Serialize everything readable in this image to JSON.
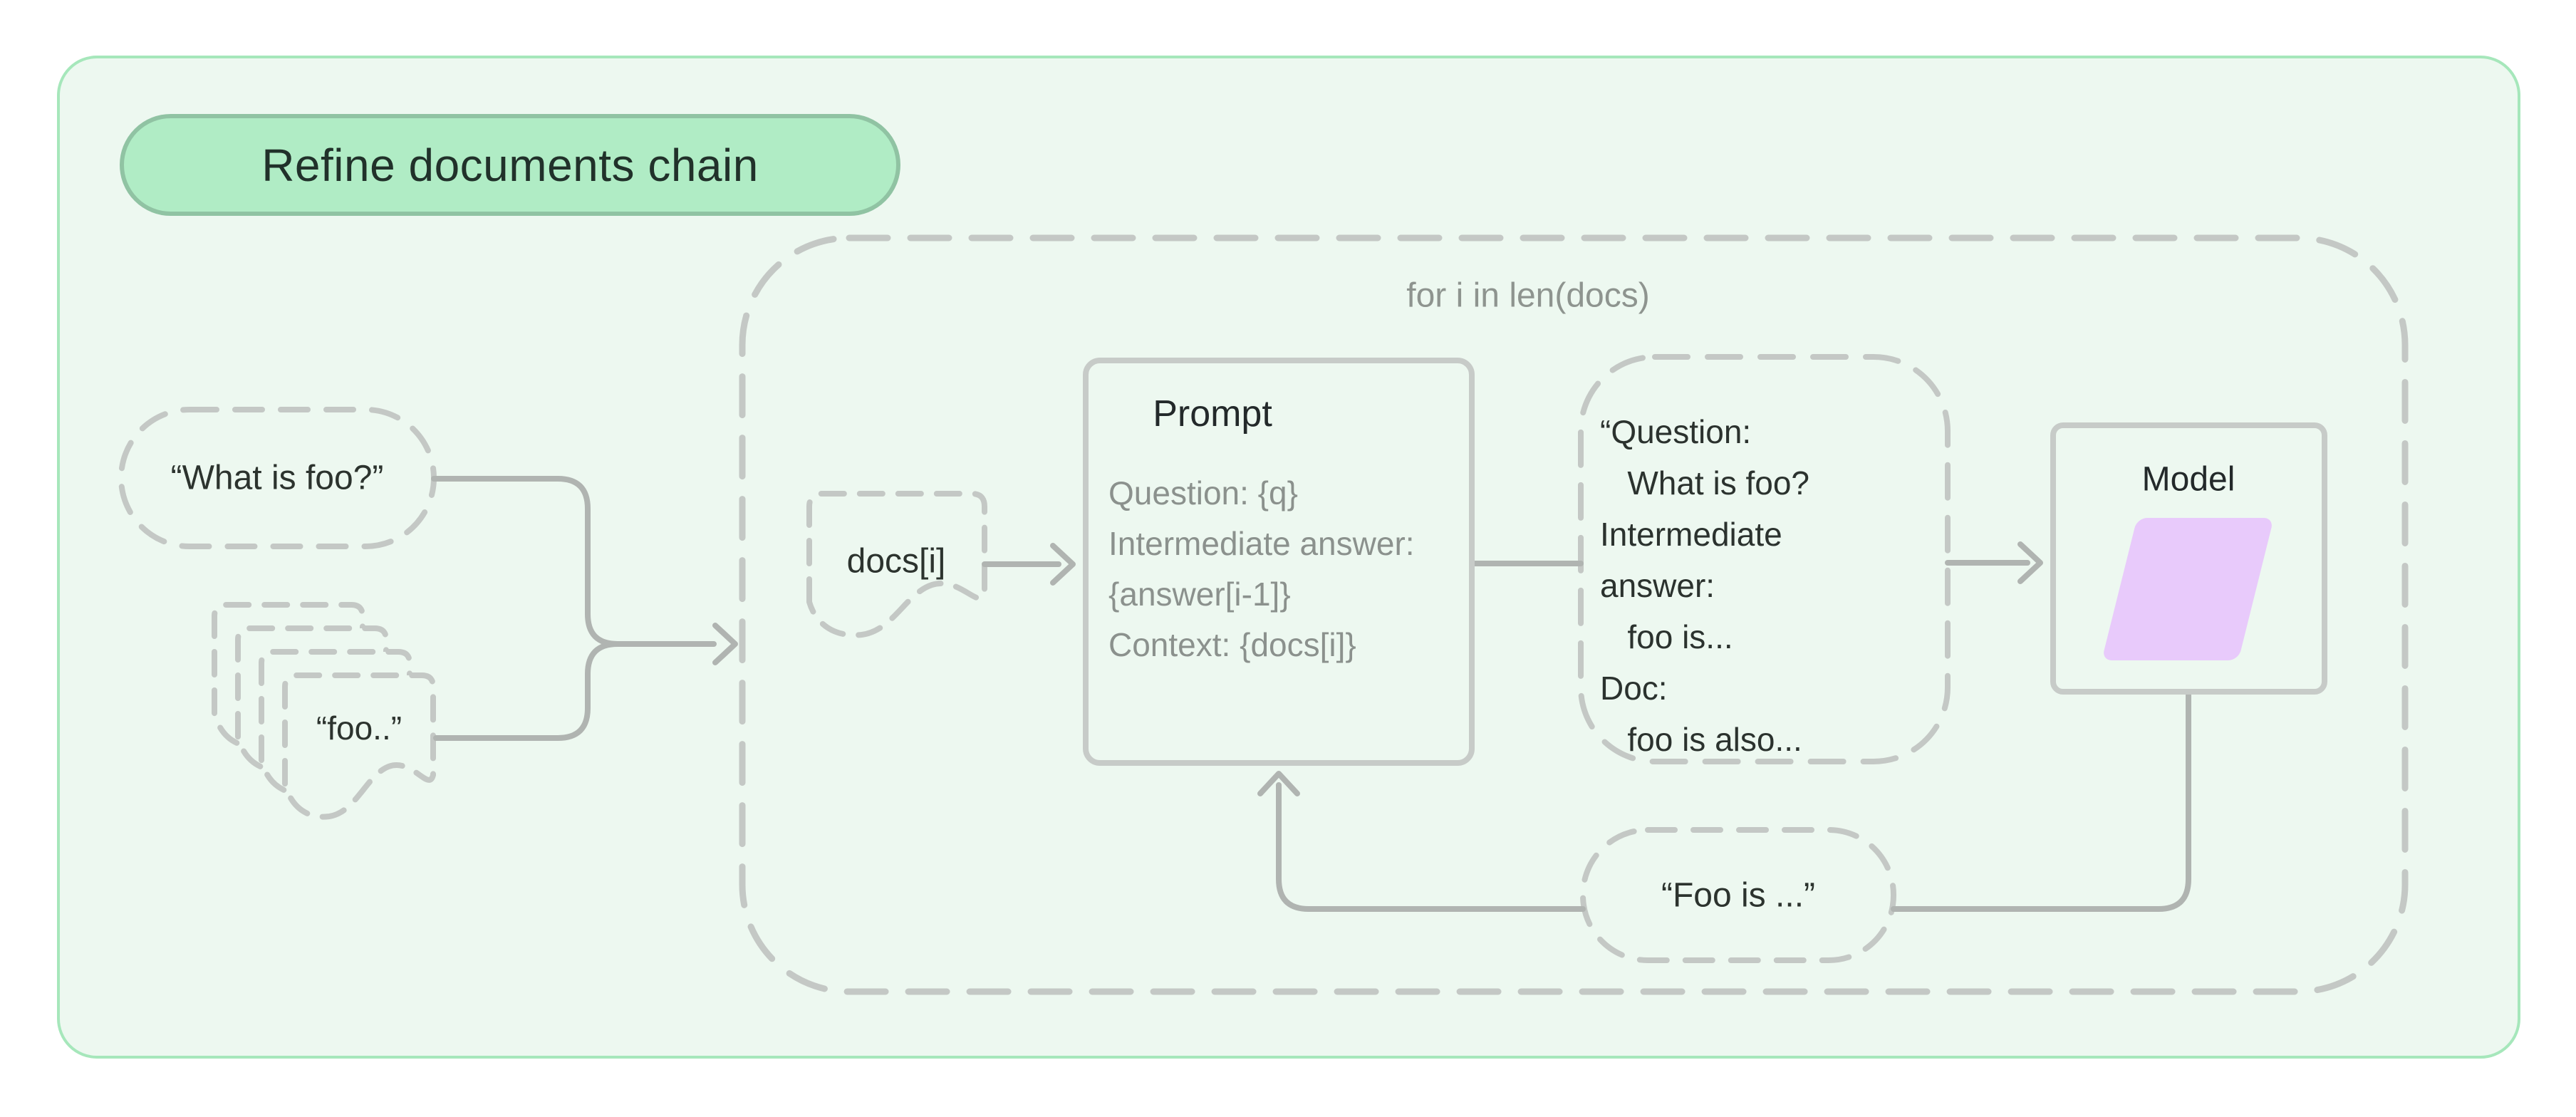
{
  "title_badge": {
    "label": "Refine documents chain"
  },
  "loop": {
    "label": "for i in len(docs)"
  },
  "nodes": {
    "question_input": {
      "label": "“What is foo?”"
    },
    "docs_stack": {
      "label": "“foo..”"
    },
    "doc_item": {
      "label": "docs[i]"
    },
    "prompt": {
      "title": "Prompt",
      "body": "Question: {q}\nIntermediate answer:\n{answer[i-1]}\nContext: {docs[i]}"
    },
    "filled_prompt": {
      "text": "“Question:\n   What is foo?\nIntermediate\nanswer:\n   foo is...\nDoc:\n   foo is also..."
    },
    "model": {
      "title": "Model"
    },
    "answer": {
      "label": "“Foo is ...”"
    }
  },
  "colors": {
    "page_bg": "#ffffff",
    "card_bg": "#edf8f0",
    "card_border": "#a6e7bb",
    "badge_bg": "#b0ecc5",
    "badge_border": "#90c3a3",
    "dark_text": "#2c332e",
    "gray_text": "#8e948f",
    "prompt_body_text": "#8b918d",
    "connector_line": "#b0b4b1",
    "dashed_stroke": "#c4c8c5",
    "box_border": "#c7cbc8",
    "model_shape": "#e8cafb"
  }
}
